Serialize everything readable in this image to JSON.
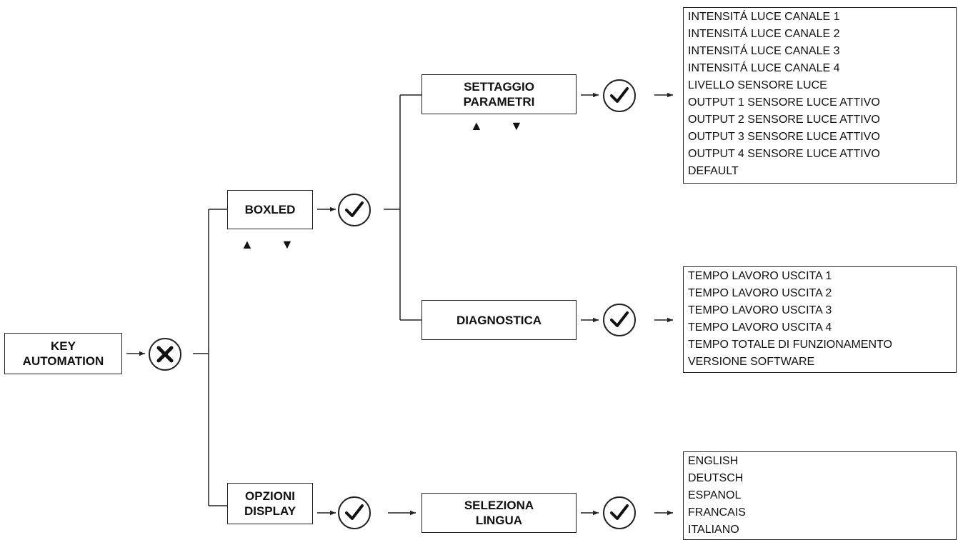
{
  "nodes": {
    "key_automation": [
      "KEY",
      "AUTOMATION"
    ],
    "boxled": [
      "BOXLED"
    ],
    "settaggio": [
      "SETTAGGIO",
      "PARAMETRI"
    ],
    "diagnostica": [
      "DIAGNOSTICA"
    ],
    "opzioni": [
      "OPZIONI",
      "DISPLAY"
    ],
    "seleziona": [
      "SELEZIONA",
      "LINGUA"
    ]
  },
  "lists": {
    "settaggio": [
      "INTENSITÁ LUCE CANALE 1",
      "INTENSITÁ LUCE CANALE 2",
      "INTENSITÁ LUCE CANALE 3",
      "INTENSITÁ LUCE CANALE 4",
      "LIVELLO SENSORE LUCE",
      "OUTPUT 1 SENSORE LUCE ATTIVO",
      "OUTPUT 2 SENSORE LUCE ATTIVO",
      "OUTPUT 3 SENSORE LUCE ATTIVO",
      "OUTPUT 4 SENSORE LUCE ATTIVO",
      "DEFAULT"
    ],
    "diagnostica": [
      "TEMPO LAVORO USCITA 1",
      "TEMPO LAVORO USCITA 2",
      "TEMPO LAVORO USCITA 3",
      "TEMPO LAVORO USCITA 4",
      "TEMPO TOTALE DI FUNZIONAMENTO",
      "VERSIONE SOFTWARE"
    ],
    "lingua": [
      "ENGLISH",
      "DEUTSCH",
      "ESPANOL",
      "FRANCAIS",
      "ITALIANO"
    ]
  },
  "arrows": {
    "up": "▲",
    "down": "▼"
  },
  "icons": {
    "cancel": "x-circle-icon",
    "confirm": "check-circle-icon"
  }
}
